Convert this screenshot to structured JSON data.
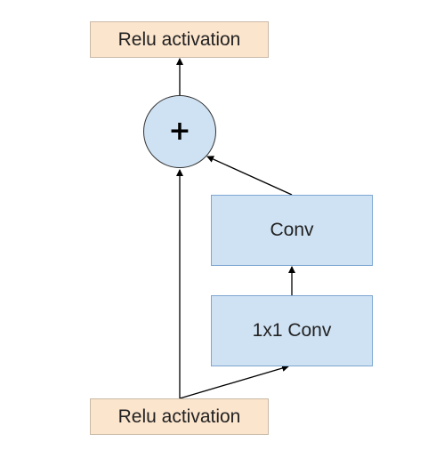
{
  "nodes": {
    "relu_top": {
      "label": "Relu activation"
    },
    "add": {
      "symbol": "+"
    },
    "conv": {
      "label": "Conv"
    },
    "conv_1x1": {
      "label": "1x1 Conv"
    },
    "relu_bottom": {
      "label": "Relu activation"
    }
  },
  "edges": [
    {
      "from": "relu_bottom",
      "to": "add"
    },
    {
      "from": "relu_bottom",
      "to": "conv_1x1"
    },
    {
      "from": "conv_1x1",
      "to": "conv"
    },
    {
      "from": "conv",
      "to": "add"
    },
    {
      "from": "add",
      "to": "relu_top"
    }
  ],
  "colors": {
    "relu_fill": "#fce5cd",
    "conv_fill": "#cfe2f3",
    "conv_border": "#7ea6d1",
    "edge": "#000000"
  }
}
